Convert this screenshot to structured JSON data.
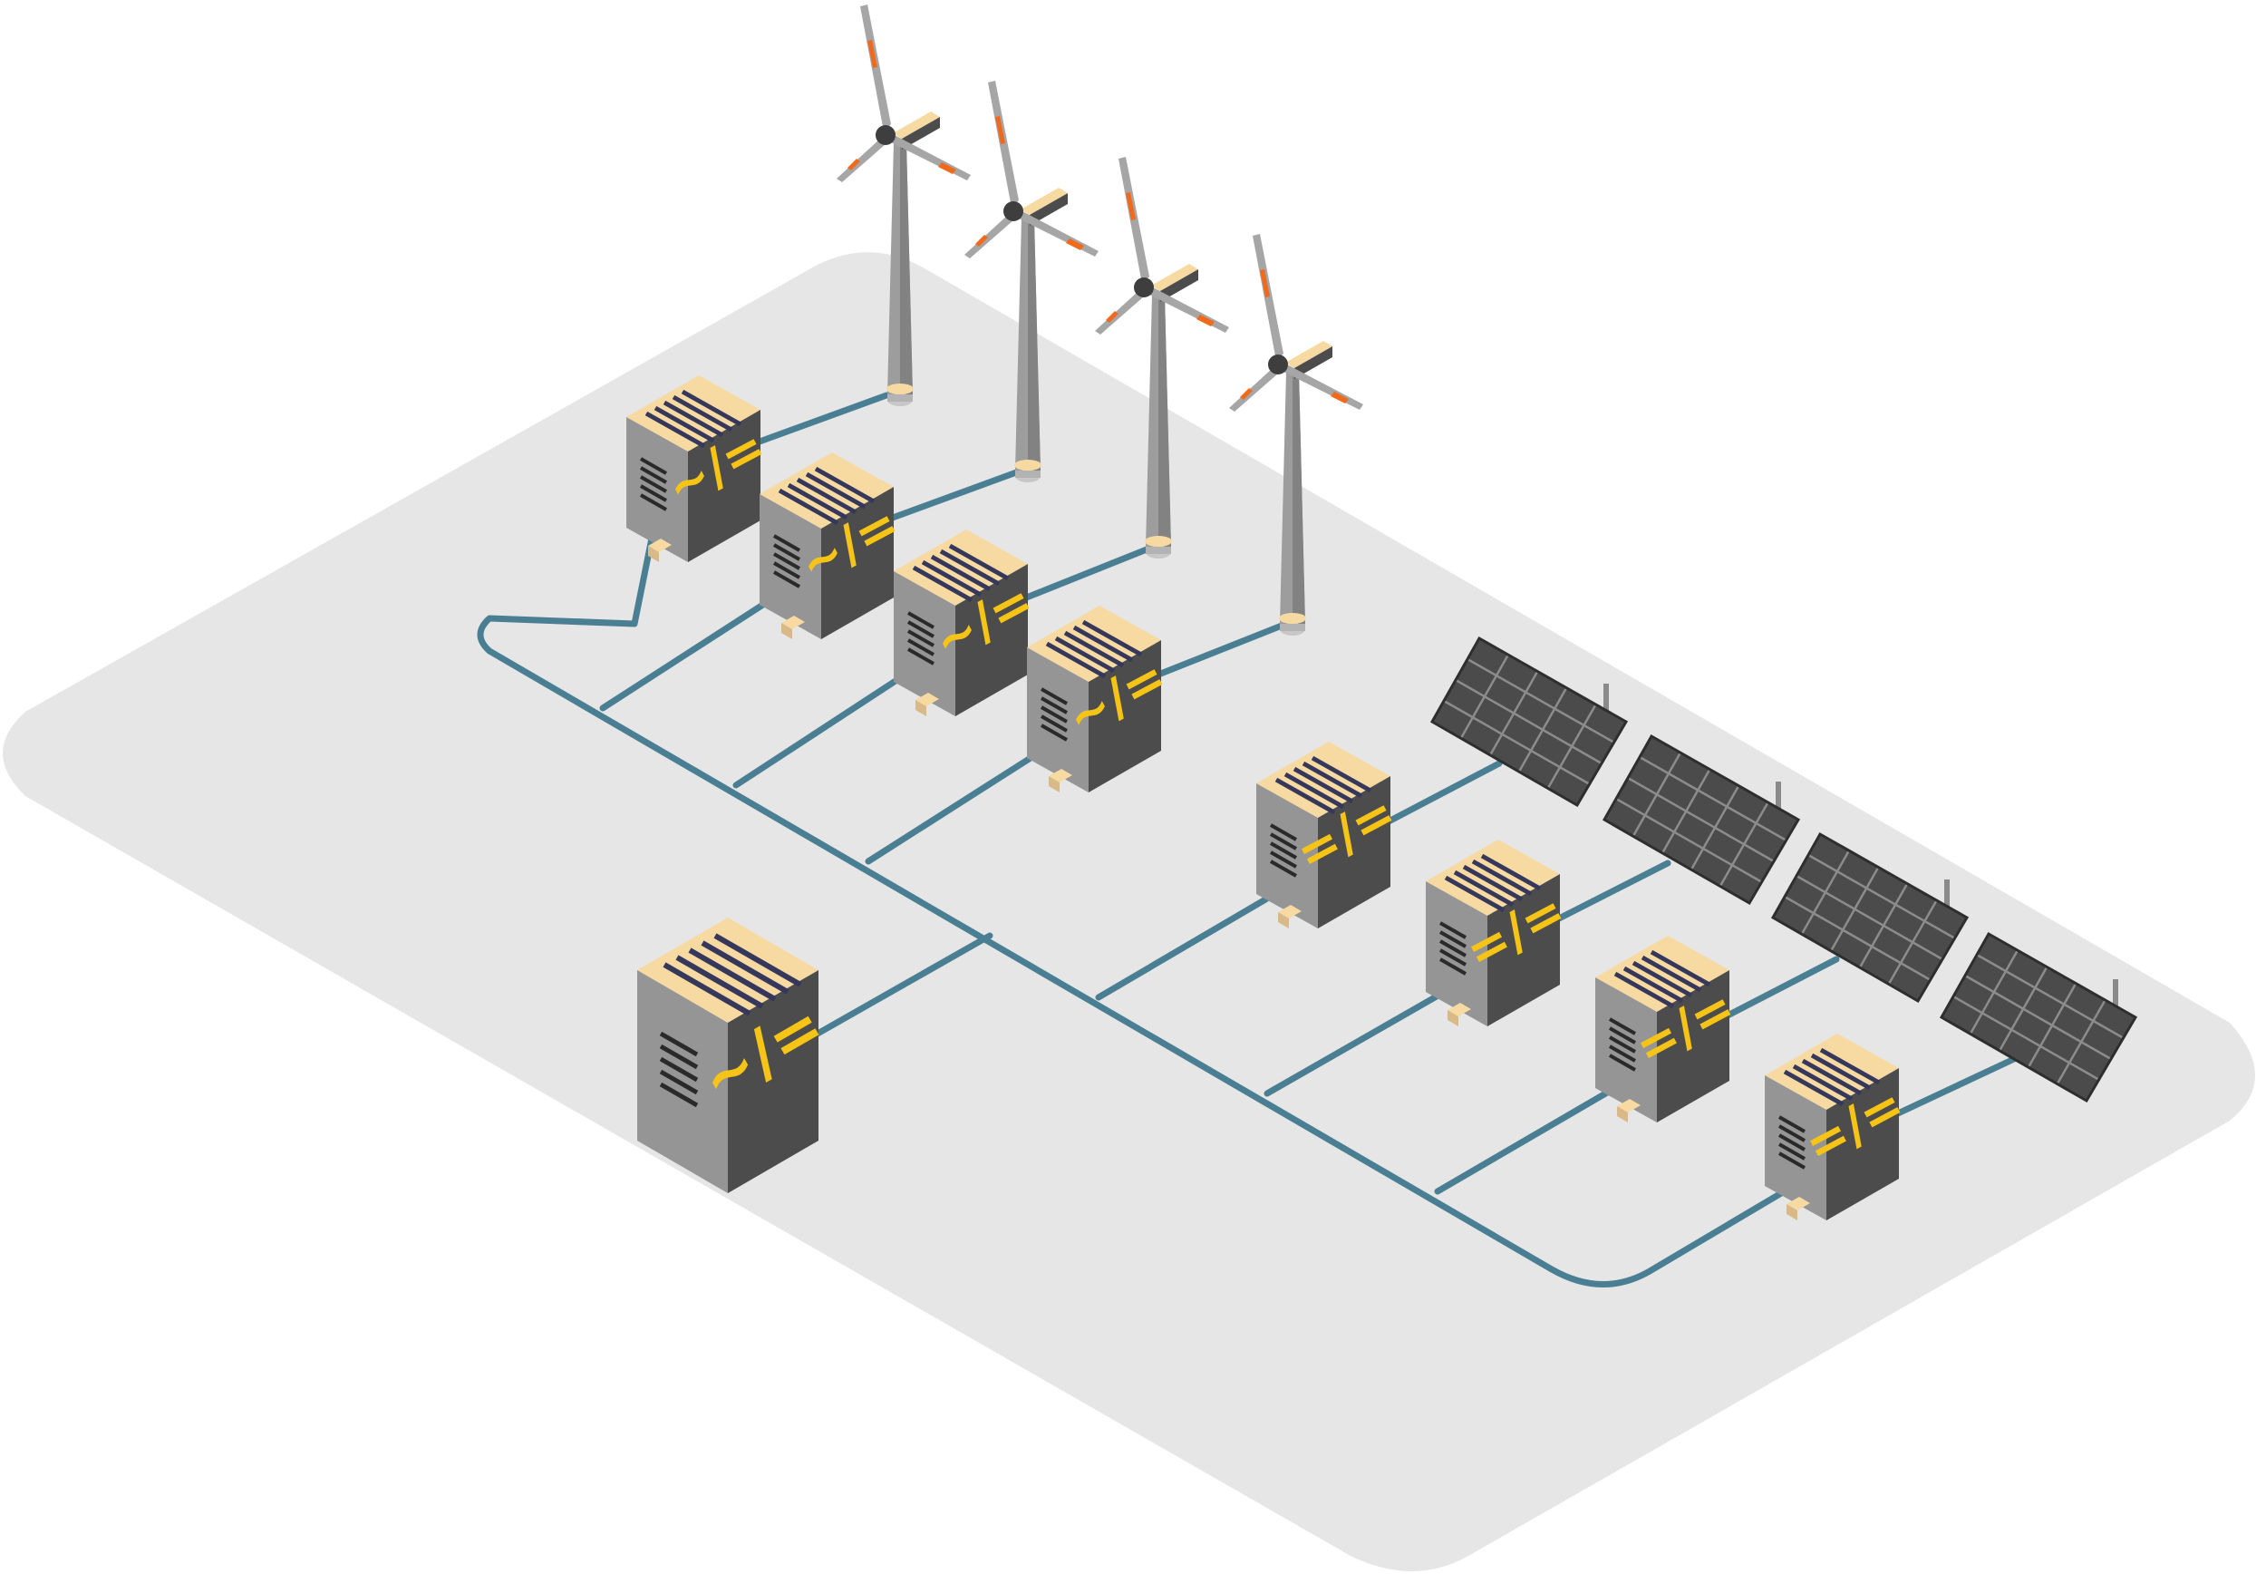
{
  "diagram": {
    "kind": "isometric-hybrid-power-plant",
    "colors": {
      "ground": "#e6e6e6",
      "cable": "#4a7f93",
      "cabinet_top": "#f7d9a2",
      "cabinet_left": "#959595",
      "cabinet_right": "#4c4c4c",
      "label": "#f5c416",
      "tower": "#9d9d9d",
      "blade": "#a6a6a6",
      "blade_accent": "#f06a1e",
      "panel": "#4b4b4b"
    },
    "wind_turbines": [
      {
        "id": "turbine-1",
        "icon": "wind-turbine-icon"
      },
      {
        "id": "turbine-2",
        "icon": "wind-turbine-icon"
      },
      {
        "id": "turbine-3",
        "icon": "wind-turbine-icon"
      },
      {
        "id": "turbine-4",
        "icon": "wind-turbine-icon"
      }
    ],
    "solar_panels": [
      {
        "id": "solar-1",
        "icon": "solar-panel-icon"
      },
      {
        "id": "solar-2",
        "icon": "solar-panel-icon"
      },
      {
        "id": "solar-3",
        "icon": "solar-panel-icon"
      },
      {
        "id": "solar-4",
        "icon": "solar-panel-icon"
      }
    ],
    "wind_converters": [
      {
        "label": "~/="
      },
      {
        "label": "~/="
      },
      {
        "label": "~/="
      },
      {
        "label": "~/="
      }
    ],
    "solar_converters": [
      {
        "label": "=/="
      },
      {
        "label": "=/="
      },
      {
        "label": "=/="
      },
      {
        "label": "=/="
      }
    ],
    "grid_converter": {
      "label": "~/="
    }
  }
}
